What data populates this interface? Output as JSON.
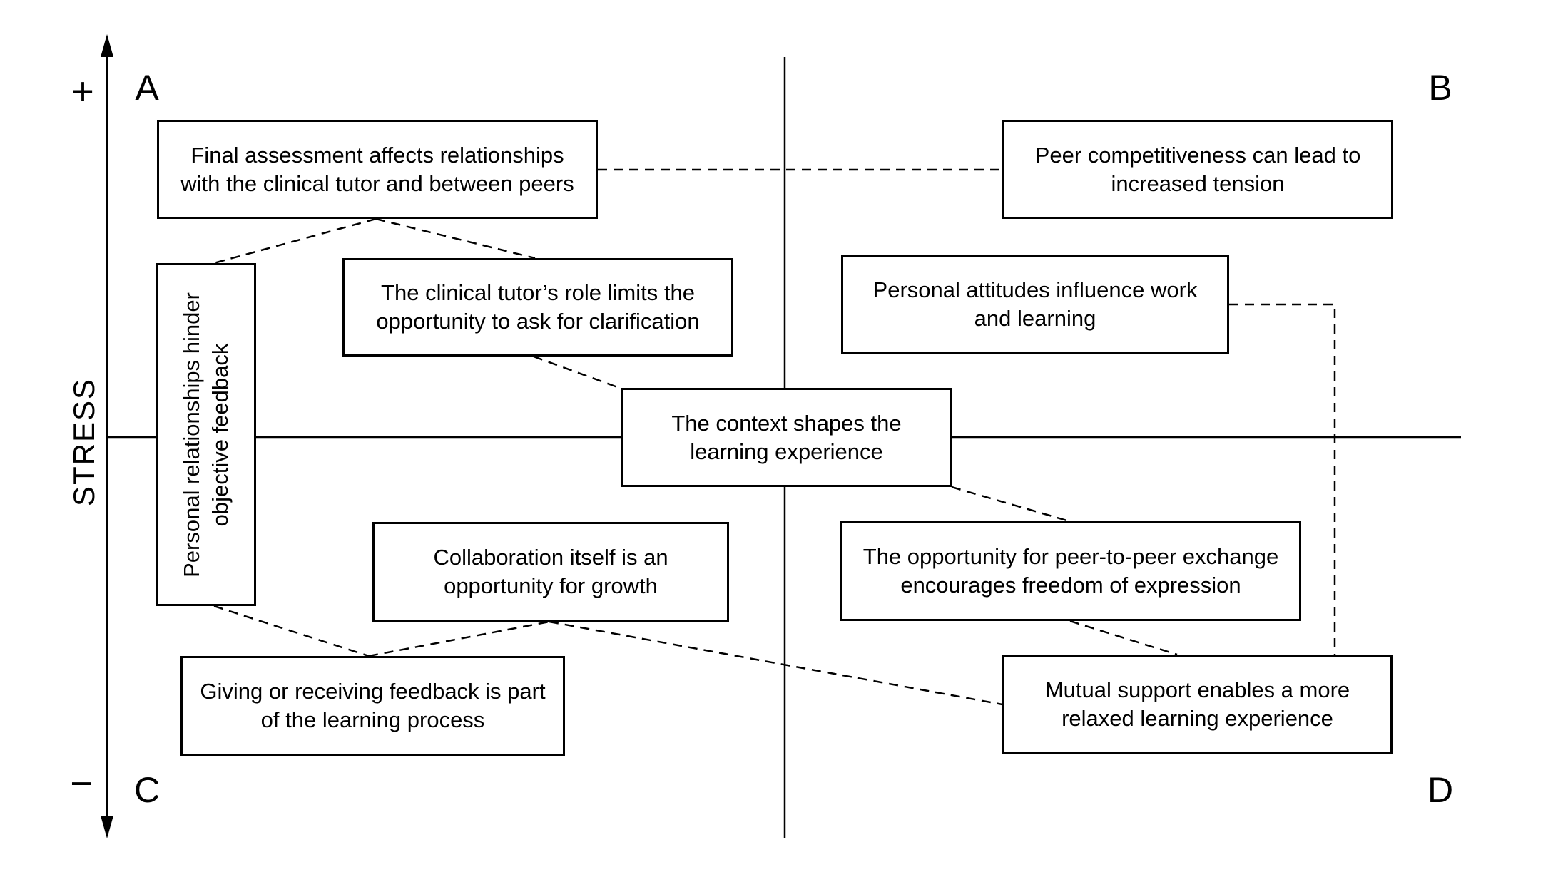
{
  "canvas": {
    "background": "#ffffff",
    "line_color": "#000000"
  },
  "axis": {
    "label": "STRESS",
    "plus_label": "+",
    "minus_label": "−"
  },
  "quadrants": {
    "top_left": "A",
    "top_right": "B",
    "bottom_left": "C",
    "bottom_right": "D"
  },
  "boxes": {
    "final_assessment": {
      "lines": [
        "Final assessment affects relationships",
        "with the clinical tutor and between peers"
      ]
    },
    "peer_competitiveness": {
      "lines": [
        "Peer competitiveness can lead to",
        "increased tension"
      ]
    },
    "personal_relationships": {
      "lines": [
        "Personal relationships hinder",
        "objective feedback"
      ]
    },
    "clinical_tutor": {
      "lines": [
        "The clinical tutor’s role limits the",
        "opportunity to ask for clarification"
      ]
    },
    "personal_attitudes": {
      "lines": [
        "Personal attitudes influence work",
        "and learning"
      ]
    },
    "context": {
      "lines": [
        "The context shapes the",
        "learning experience"
      ]
    },
    "collaboration": {
      "lines": [
        "Collaboration itself is an",
        "opportunity for growth"
      ]
    },
    "peer_to_peer": {
      "lines": [
        "The opportunity for peer-to-peer exchange",
        "encourages freedom of expression"
      ]
    },
    "giving_feedback": {
      "lines": [
        "Giving or receiving feedback is part",
        "of the learning process"
      ]
    },
    "mutual_support": {
      "lines": [
        "Mutual support enables a more",
        "relaxed learning experience"
      ]
    }
  }
}
